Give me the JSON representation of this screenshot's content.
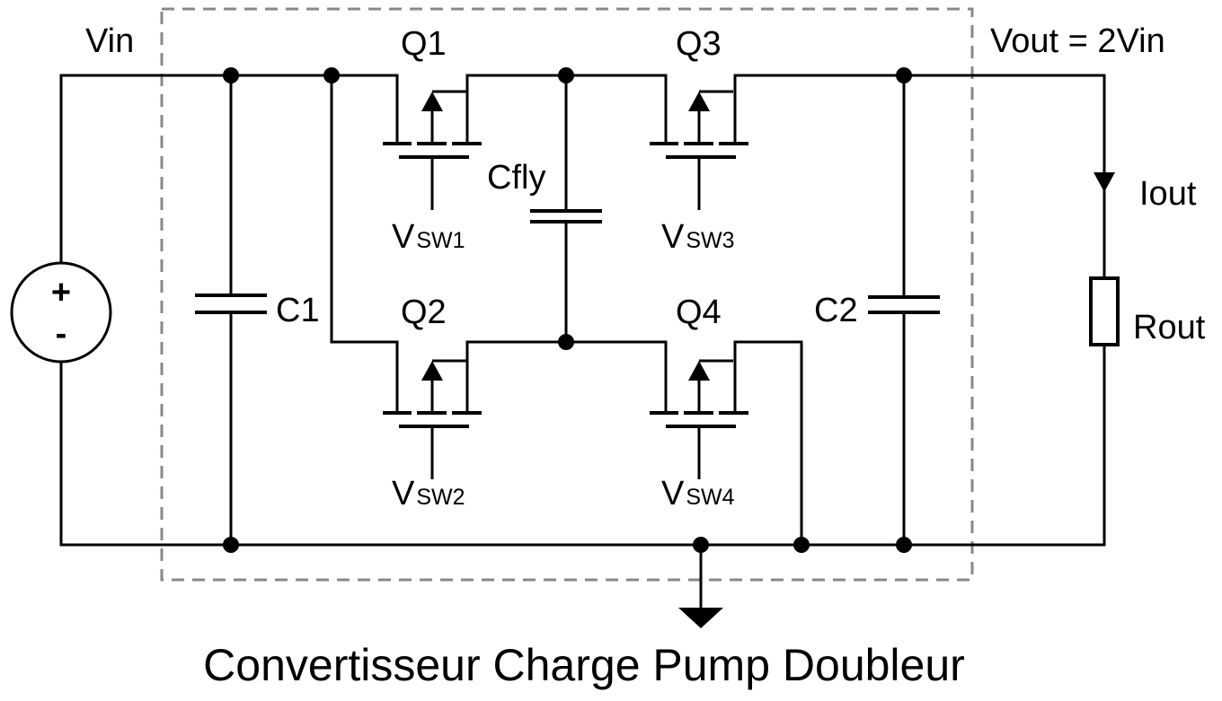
{
  "title": "Convertisseur Charge Pump Doubleur",
  "labels": {
    "vin": "Vin",
    "vout": "Vout = 2Vin",
    "iout": "Iout",
    "rout": "Rout",
    "c1": "C1",
    "c2": "C2",
    "cfly": "Cfly",
    "source_plus": "+",
    "source_minus": "-"
  },
  "switches": [
    {
      "name": "Q1",
      "gate_main": "V",
      "gate_sub": "SW1"
    },
    {
      "name": "Q2",
      "gate_main": "V",
      "gate_sub": "SW2"
    },
    {
      "name": "Q3",
      "gate_main": "V",
      "gate_sub": "SW3"
    },
    {
      "name": "Q4",
      "gate_main": "V",
      "gate_sub": "SW4"
    }
  ]
}
